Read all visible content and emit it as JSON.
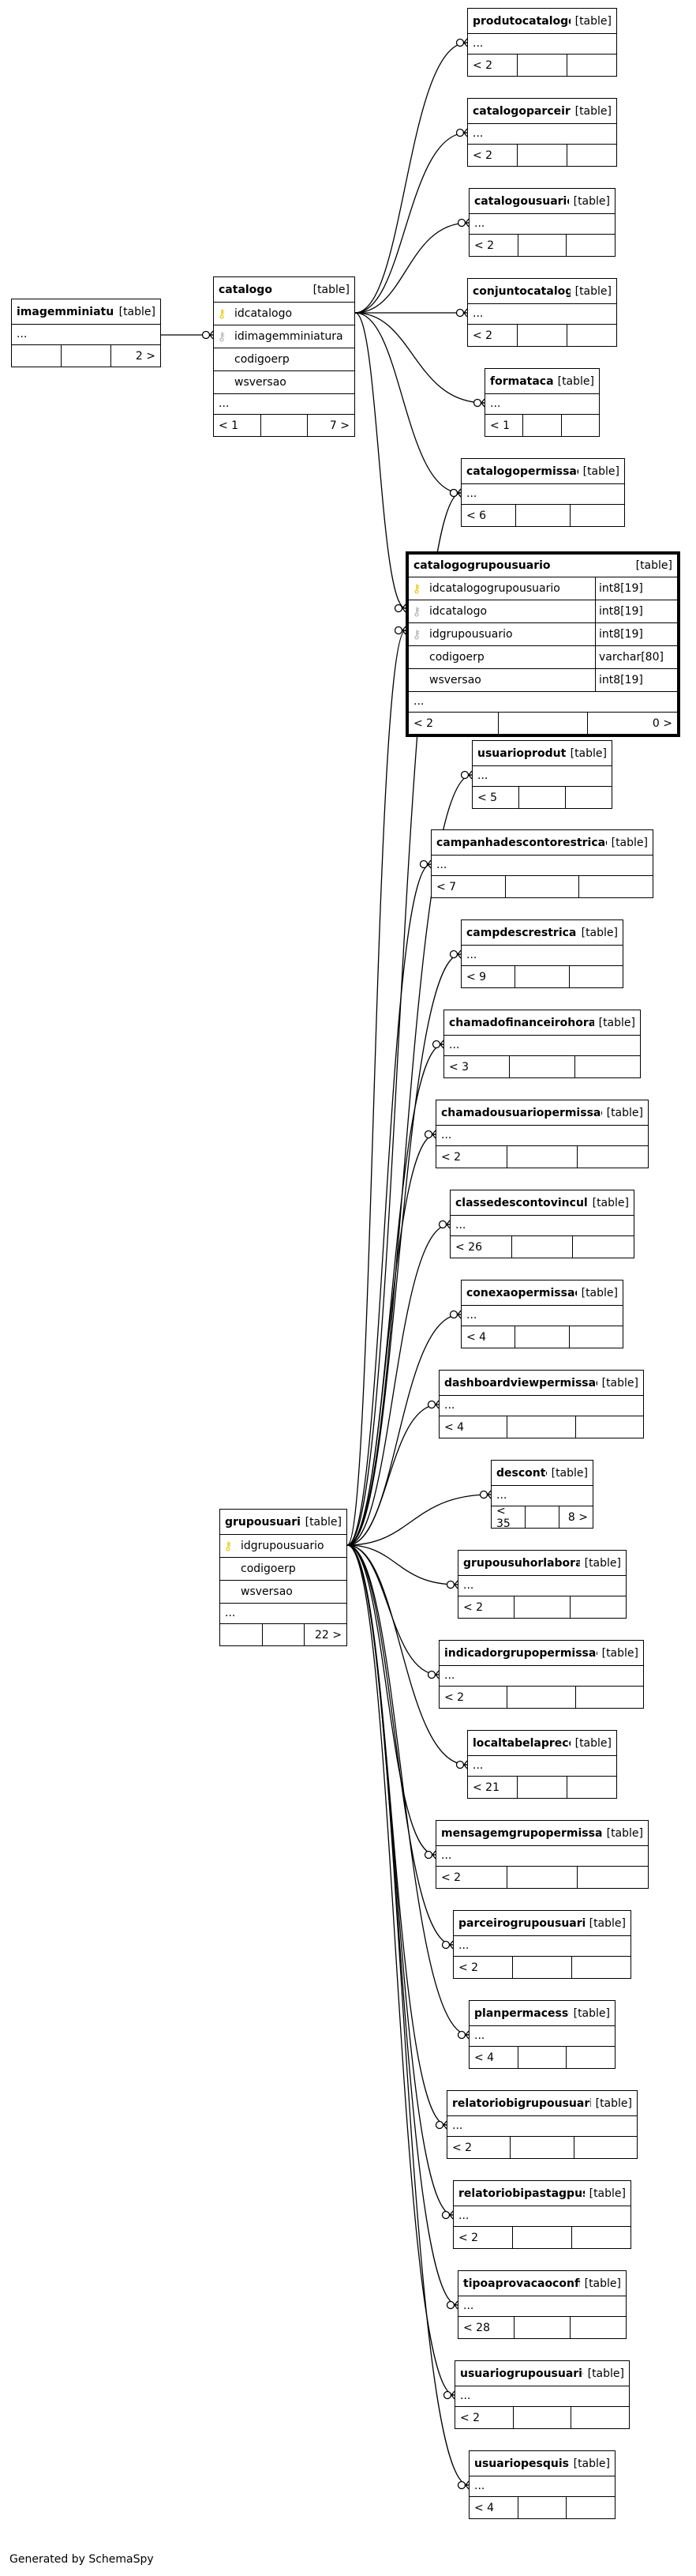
{
  "credit": "Generated by SchemaSpy",
  "tag": "[table]",
  "ellipsis": "...",
  "tables": {
    "imagemminiatura": {
      "name": "imagemminiatura",
      "children": "",
      "parents": "2 >"
    },
    "catalogo": {
      "name": "catalogo",
      "children": "< 1",
      "parents": "7 >",
      "columns": [
        {
          "name": "idcatalogo",
          "key": "pk"
        },
        {
          "name": "idimagemminiatura",
          "key": "fk"
        },
        {
          "name": "codigoerp",
          "key": ""
        },
        {
          "name": "wsversao",
          "key": ""
        }
      ]
    },
    "grupousuario": {
      "name": "grupousuario",
      "children": "",
      "parents": "22 >",
      "columns": [
        {
          "name": "idgrupousuario",
          "key": "pk"
        },
        {
          "name": "codigoerp",
          "key": ""
        },
        {
          "name": "wsversao",
          "key": ""
        }
      ]
    },
    "catalogogrupousuario": {
      "name": "catalogogrupousuario",
      "children": "< 2",
      "parents": "0 >",
      "columns": [
        {
          "name": "idcatalogogrupousuario",
          "key": "pk",
          "type": "int8[19]"
        },
        {
          "name": "idcatalogo",
          "key": "fk",
          "type": "int8[19]"
        },
        {
          "name": "idgrupousuario",
          "key": "fk",
          "type": "int8[19]"
        },
        {
          "name": "codigoerp",
          "key": "",
          "type": "varchar[80]"
        },
        {
          "name": "wsversao",
          "key": "",
          "type": "int8[19]"
        }
      ]
    },
    "produtocatalogo": {
      "name": "produtocatalogo",
      "children": "< 2"
    },
    "catalogoparceiro": {
      "name": "catalogoparceiro",
      "children": "< 2"
    },
    "catalogousuario": {
      "name": "catalogousuario",
      "children": "< 2"
    },
    "conjuntocatalogo": {
      "name": "conjuntocatalogo",
      "children": "< 2"
    },
    "formatacao": {
      "name": "formatacao",
      "children": "< 1"
    },
    "catalogopermissao": {
      "name": "catalogopermissao",
      "children": "< 6"
    },
    "usuarioproduto": {
      "name": "usuarioproduto",
      "children": "< 5"
    },
    "campanhadescontorestricao": {
      "name": "campanhadescontorestricao",
      "children": "< 7"
    },
    "campdescrestricao": {
      "name": "campdescrestricao",
      "children": "< 9"
    },
    "chamadofinanceirohoras": {
      "name": "chamadofinanceirohoras",
      "children": "< 3"
    },
    "chamadousuariopermissao": {
      "name": "chamadousuariopermissao",
      "children": "< 2"
    },
    "classedescontovinculo": {
      "name": "classedescontovinculo",
      "children": "< 26"
    },
    "conexaopermissao": {
      "name": "conexaopermissao",
      "children": "< 4"
    },
    "dashboardviewpermissao": {
      "name": "dashboardviewpermissao",
      "children": "< 4"
    },
    "desconto": {
      "name": "desconto",
      "children": "< 35",
      "parents": "8 >"
    },
    "grupousuhorlaboral": {
      "name": "grupousuhorlaboral",
      "children": "< 2"
    },
    "indicadorgrupopermissao": {
      "name": "indicadorgrupopermissao",
      "children": "< 2"
    },
    "localtabelapreco": {
      "name": "localtabelapreco",
      "children": "< 21"
    },
    "mensagemgrupopermissao": {
      "name": "mensagemgrupopermissao",
      "children": "< 2"
    },
    "parceirogrupousuario": {
      "name": "parceirogrupousuario",
      "children": "< 2"
    },
    "planpermacesso": {
      "name": "planpermacesso",
      "children": "< 4"
    },
    "relatoriobigrupousuario": {
      "name": "relatoriobigrupousuario",
      "children": "< 2"
    },
    "relatoriobipastagpusu": {
      "name": "relatoriobipastagpusu",
      "children": "< 2"
    },
    "tipoaprovacaoconfig": {
      "name": "tipoaprovacaoconfig",
      "children": "< 28"
    },
    "usuariogrupousuario": {
      "name": "usuariogrupousuario",
      "children": "< 2"
    },
    "usuariopesquisa": {
      "name": "usuariopesquisa",
      "children": "< 4"
    }
  }
}
